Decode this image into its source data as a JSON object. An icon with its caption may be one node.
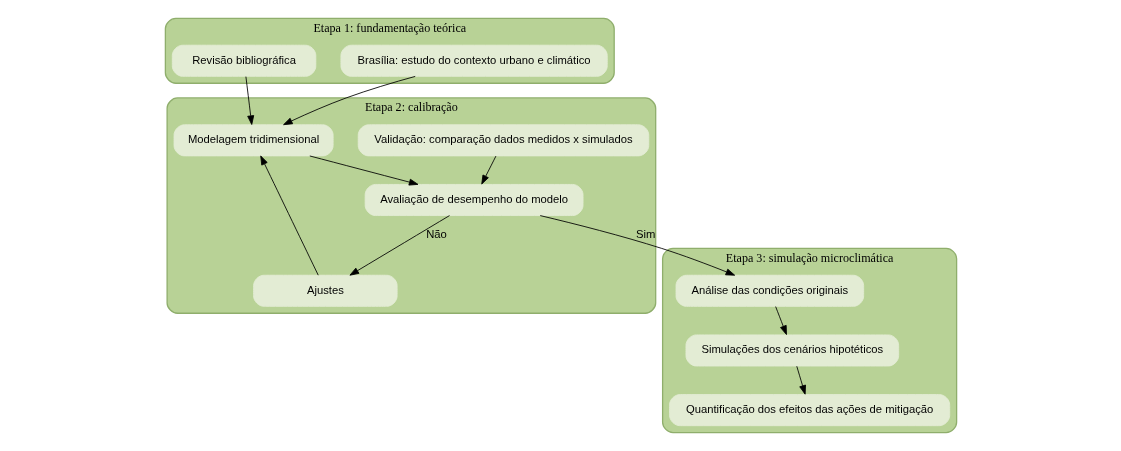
{
  "diagram": {
    "nodes": [
      {
        "text": [
          "Etapa 1: fundamentação teórica"
        ]
      },
      {
        "text": [
          "Revisão bibliográfica"
        ],
        "in": 0
      },
      {
        "text": [
          "Brasília: estudo do contexto urbano e climático"
        ],
        "in": 0
      },
      {
        "text": [
          "Etapa 2: calibração"
        ]
      },
      {
        "text": [
          "Modelagem tridimensional"
        ],
        "in": 3
      },
      {
        "text": [
          "Avaliação de desempenho do modelo"
        ],
        "in": 3
      },
      {
        "text": [
          "Ajustes"
        ],
        "in": 3
      },
      {
        "text": [
          "Validação: comparação dados medidos x simulados"
        ],
        "in": 3
      },
      {
        "text": [
          "Etapa 3: simulação microclimática"
        ]
      },
      {
        "text": [
          "Análise das condições originais"
        ],
        "in": 8
      },
      {
        "text": [
          "Simulações dos cenários hipotéticos"
        ],
        "in": 8
      },
      {
        "text": [
          "Quantificação dos efeitos das ações de mitigação"
        ],
        "in": 8
      }
    ],
    "edges": [
      {
        "from": 1,
        "to": 4,
        "arrow": "to"
      },
      {
        "from": 2,
        "to": 4,
        "arrow": "to"
      },
      {
        "from": 4,
        "to": 5,
        "arrow": "to"
      },
      {
        "from": 5,
        "to": 6,
        "arrow": "to",
        "label": "Não"
      },
      {
        "from": 6,
        "to": 4,
        "arrow": "to"
      },
      {
        "from": 7,
        "to": 5,
        "arrow": "to"
      },
      {
        "from": 5,
        "to": 9,
        "arrow": "to",
        "label": "Sim"
      },
      {
        "from": 9,
        "to": 10,
        "arrow": "to"
      },
      {
        "from": 10,
        "to": 11,
        "arrow": "to"
      }
    ]
  }
}
